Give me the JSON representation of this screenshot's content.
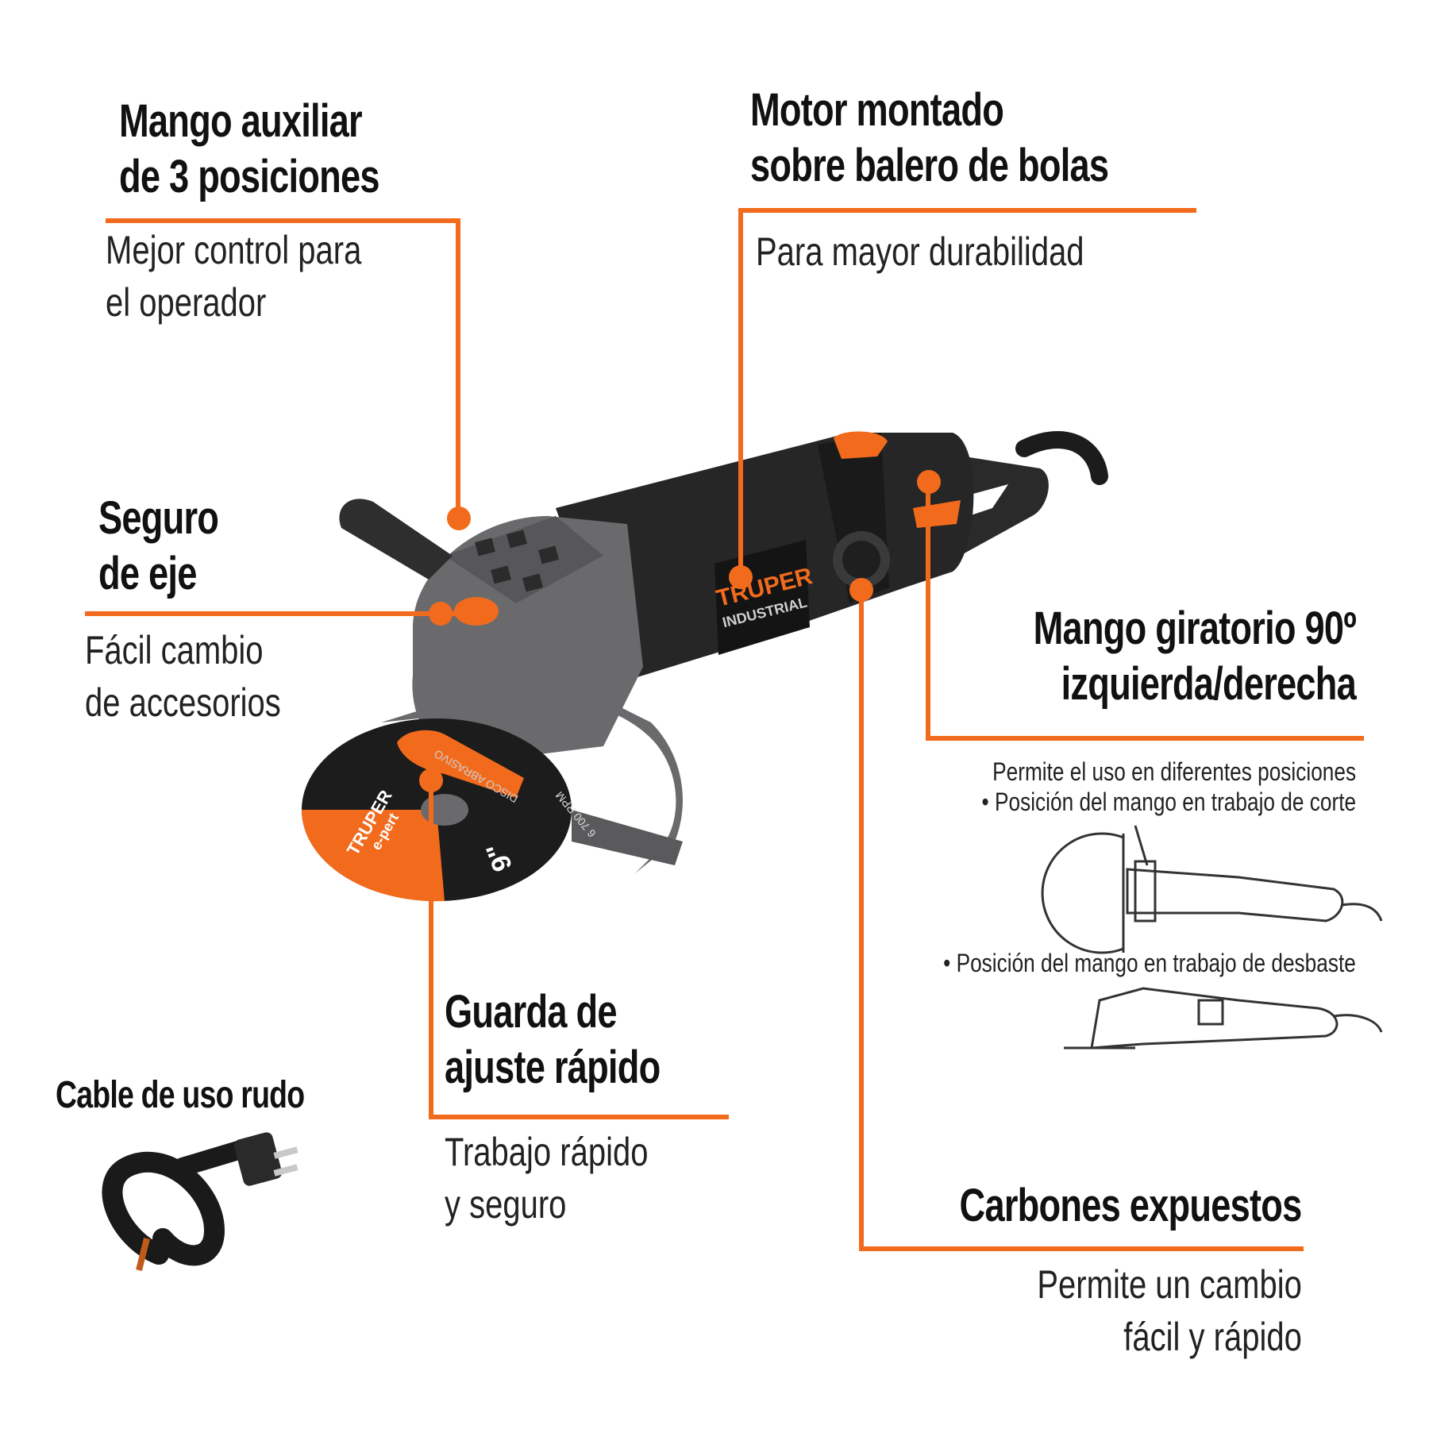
{
  "features": {
    "mango_auxiliar": {
      "title": [
        "Mango auxiliar",
        "de 3 posiciones"
      ],
      "desc": [
        "Mejor control para",
        "el  operador"
      ]
    },
    "motor": {
      "title": [
        "Motor montado",
        "sobre balero de bolas"
      ],
      "desc": [
        "Para mayor durabilidad"
      ]
    },
    "seguro": {
      "title": [
        "Seguro",
        "de eje"
      ],
      "desc": [
        "Fácil cambio",
        "de accesorios"
      ]
    },
    "mango_giratorio": {
      "title": [
        "Mango giratorio 90º",
        "izquierda/derecha"
      ],
      "desc": [
        "Permite el uso en diferentes posiciones",
        "• Posición del mango en trabajo de corte"
      ],
      "desc2": "• Posición del mango en trabajo de desbaste"
    },
    "guarda": {
      "title": [
        "Guarda de",
        "ajuste rápido"
      ],
      "desc": [
        "Trabajo rápido",
        "y seguro"
      ]
    },
    "cable": {
      "title": "Cable de uso rudo"
    },
    "carbones": {
      "title": "Carbones expuestos",
      "desc": [
        "Permite un cambio",
        "fácil y rápido"
      ]
    }
  },
  "product_branding": {
    "brand": "TRUPER",
    "line": "INDUSTRIAL",
    "disc_brand": "TRUPER",
    "disc_line": "e-pert",
    "disc_size": "9\"",
    "disc_rpm": "6 700 RPM",
    "disc_text": "DISCO ABRASIVO"
  },
  "colors": {
    "accent": "#f26b1d",
    "body": "#2b2b2b",
    "gray": "#6a6a6c",
    "text": "#111111"
  }
}
